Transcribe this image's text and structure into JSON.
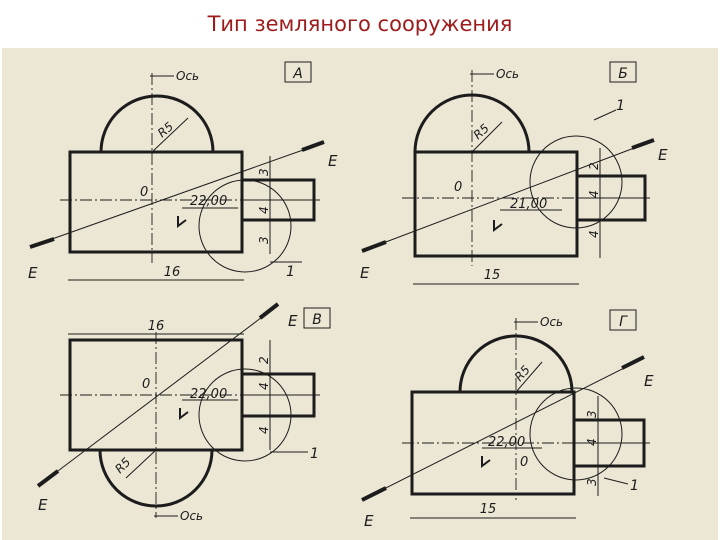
{
  "slide": {
    "title": "Тип земляного сооружения"
  },
  "diagrams": [
    {
      "letter": "А",
      "axis_label": "Ось",
      "radius_label": "R5",
      "origin_label": "0",
      "elevation": "22,00",
      "section_label": "E",
      "note_label": "1",
      "dims": {
        "bottom": "16",
        "side_1": "3",
        "side_2": "4",
        "side_3": "3"
      }
    },
    {
      "letter": "Б",
      "axis_label": "Ось",
      "radius_label": "R5",
      "origin_label": "0",
      "elevation": "21,00",
      "section_label": "E",
      "note_label": "1",
      "dims": {
        "bottom": "15",
        "side_1": "2",
        "side_2": "4",
        "side_3": "4"
      }
    },
    {
      "letter": "В",
      "axis_label": "Ось",
      "radius_label": "R5",
      "origin_label": "0",
      "elevation": "22,00",
      "section_label": "E",
      "note_label": "1",
      "dims": {
        "top": "16",
        "side_1": "2",
        "side_2": "4",
        "side_3": "4"
      }
    },
    {
      "letter": "Г",
      "axis_label": "Ось",
      "radius_label": "R5",
      "origin_label": "0",
      "elevation": "22,00",
      "section_label": "E",
      "note_label": "1",
      "dims": {
        "bottom": "15",
        "side_1": "3",
        "side_2": "4",
        "side_3": "3"
      }
    }
  ]
}
